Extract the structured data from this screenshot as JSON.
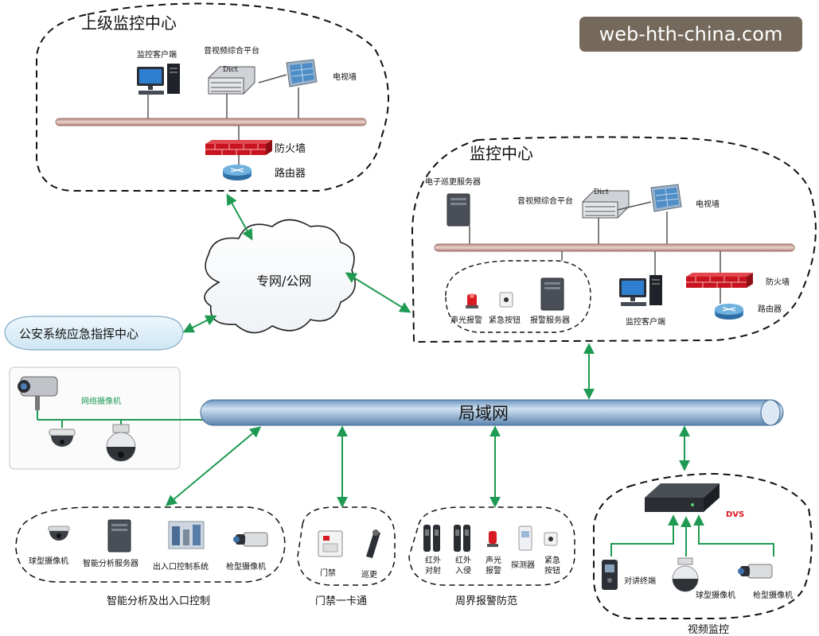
{
  "watermark": "web-hth-china.com",
  "upper_center": {
    "title": "上级监控中心",
    "client": "监控客户端",
    "platform": "音视频综合平台",
    "dict": "Dict",
    "tvwall": "电视墙",
    "firewall": "防火墙",
    "router": "路由器"
  },
  "local_center": {
    "title": "监控中心",
    "patrol_server": "电子巡更服务器",
    "platform": "音视频综合平台",
    "dict": "Dict",
    "tvwall": "电视墙",
    "siren": "声光报警",
    "button": "紧急按钮",
    "alarm_server": "报警服务器",
    "client": "监控客户端",
    "firewall": "防火墙",
    "router": "路由器"
  },
  "cloud": "专网/公网",
  "police": "公安系统应急指挥中心",
  "ipcam_label": "网络摄像机",
  "lan": "局域网",
  "smart": {
    "dome": "球型摄像机",
    "server": "智能分析服务器",
    "entry": "出入口控制系统",
    "bullet": "枪型摄像机",
    "group": "智能分析及出入口控制"
  },
  "access": {
    "door": "门禁",
    "patrol": "巡更",
    "group": "门禁一卡通"
  },
  "perimeter": {
    "ir1": [
      "红外",
      "对射"
    ],
    "ir2": [
      "红外",
      "入侵"
    ],
    "siren": [
      "声光",
      "报警"
    ],
    "detector": "探测器",
    "button": [
      "紧急",
      "按钮"
    ],
    "group": "周界报警防范"
  },
  "video": {
    "dvs": "DVS",
    "intercom": "对讲终端",
    "dome": "球型摄像机",
    "bullet": "枪型摄像机",
    "group": "视频监控"
  },
  "colors": {
    "link": "#1e9a52",
    "lan_pipe": "#8fb1d4",
    "bus": "#c9a29a",
    "firewall": "#c8141e",
    "router": "#3f89c2",
    "dvs_label": "#d8141e",
    "watermark_bg": "#75695c",
    "police_bubble": "#d8ecf7"
  }
}
